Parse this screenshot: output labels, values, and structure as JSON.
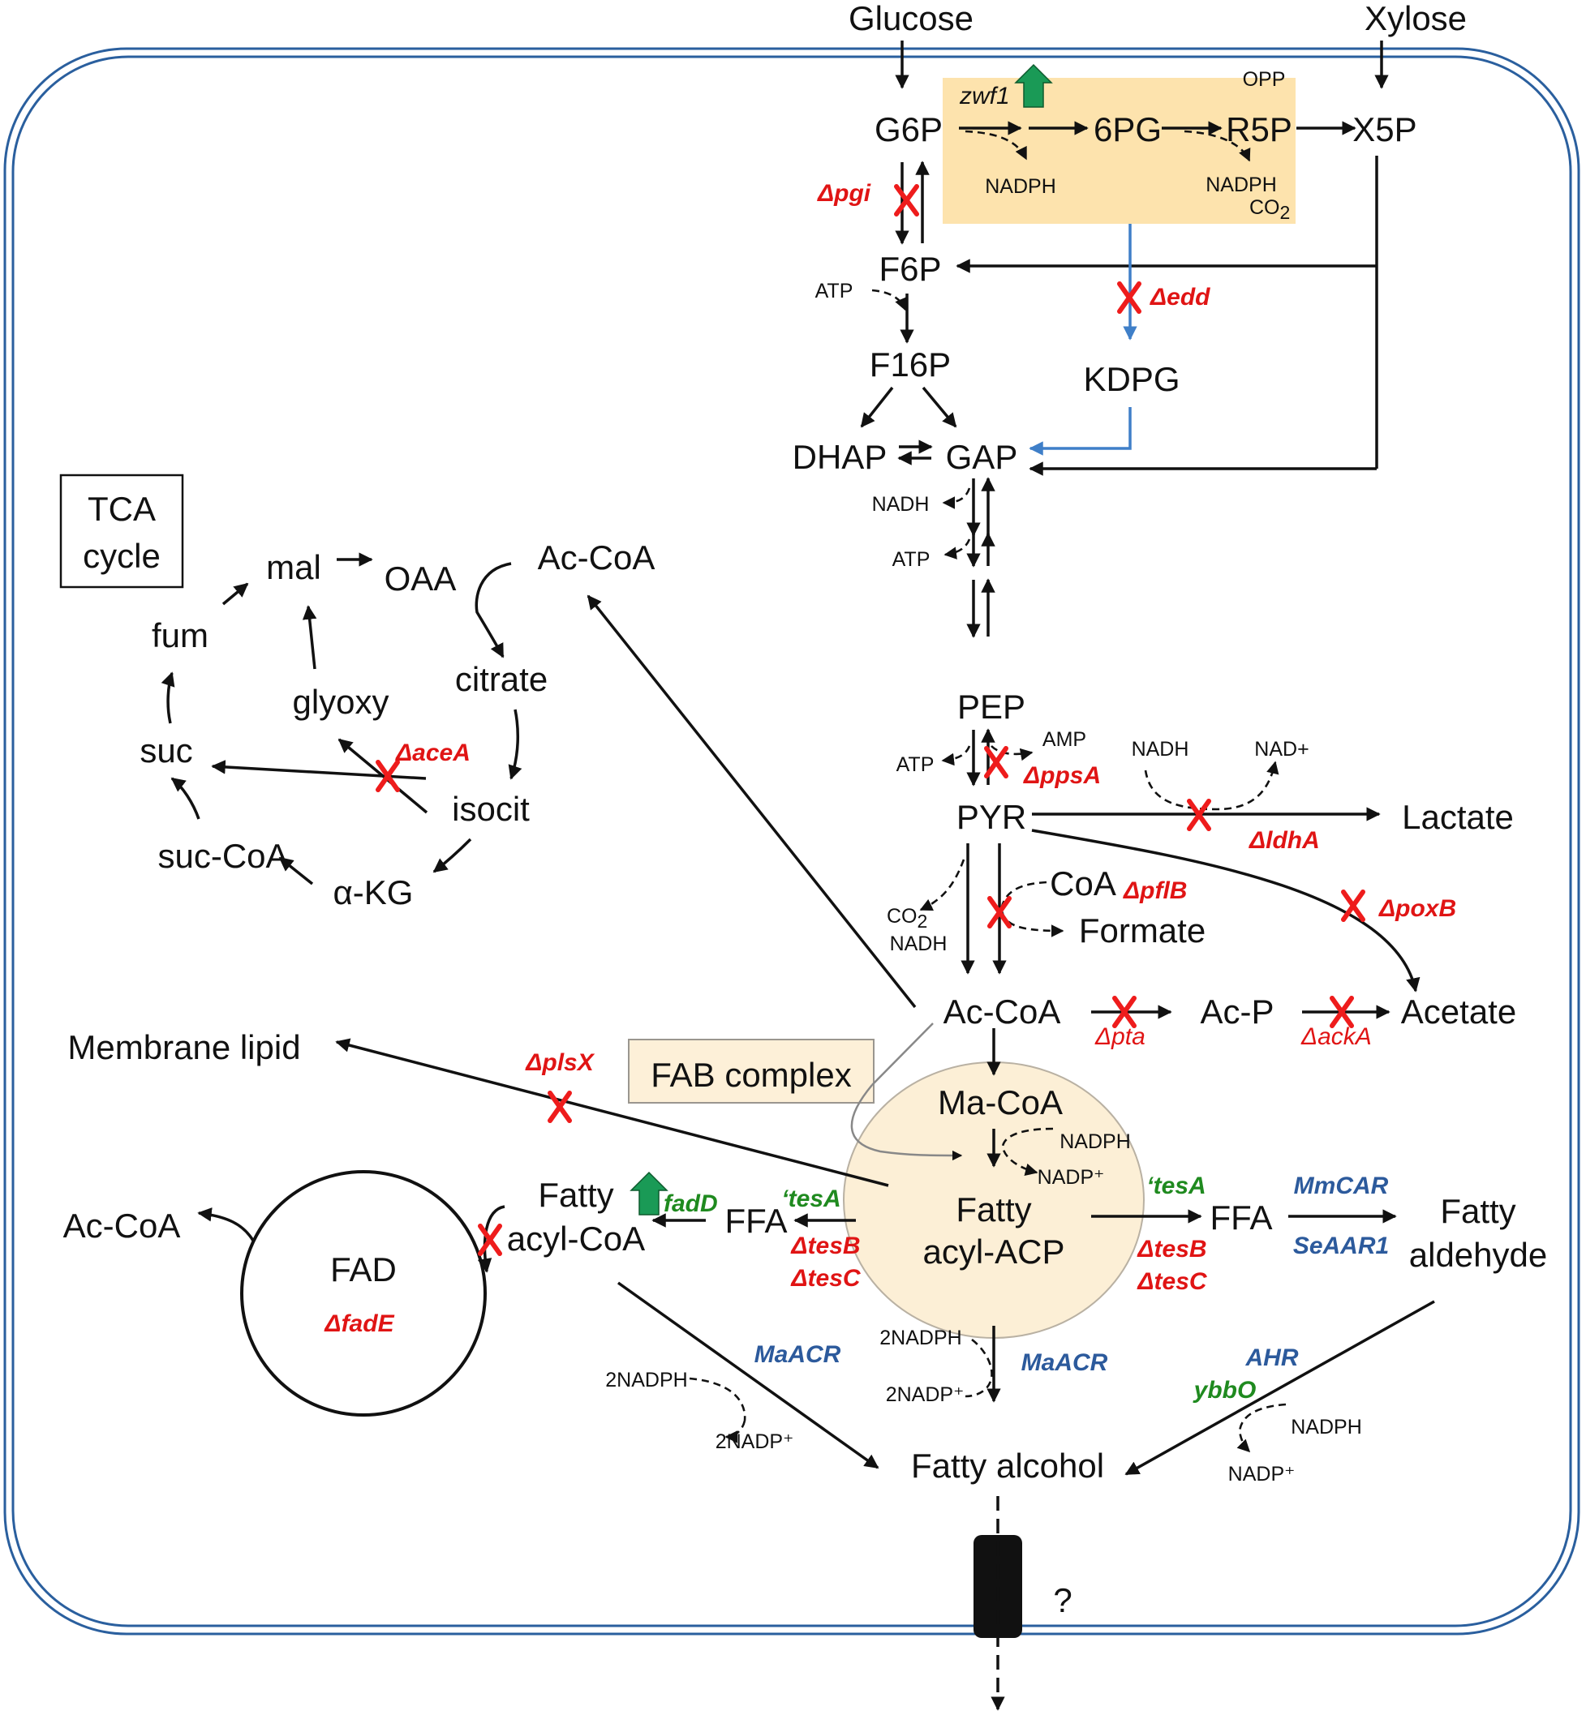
{
  "inputs": {
    "glucose": "Glucose",
    "xylose": "Xylose"
  },
  "ppp": {
    "g6p": "G6P",
    "pg6": "6PG",
    "r5p": "R5P",
    "x5p": "X5P",
    "opp": "OPP",
    "zwf1": "zwf1",
    "nadph1": "NADPH",
    "nadph2": "NADPH",
    "co2": "CO",
    "co2_sub": "2",
    "box_color": "#fde3ad"
  },
  "glycolysis": {
    "f6p": "F6P",
    "f16p": "F16P",
    "kdpg": "KDPG",
    "dhap": "DHAP",
    "gap": "GAP",
    "atp_f6p": "ATP",
    "nadh": "NADH",
    "atp1": "ATP",
    "pep": "PEP",
    "amp": "AMP",
    "atp_pep": "ATP",
    "pyr": "PYR"
  },
  "knockouts": {
    "pgi": "Δpgi",
    "edd": "Δedd",
    "ppsA": "ΔppsA",
    "aceA": "ΔaceA",
    "ldhA": "ΔldhA",
    "pflB": "ΔpflB",
    "poxB": "ΔpoxB",
    "pta": "Δpta",
    "ackA": "ΔackA",
    "plsX": "ΔplsX",
    "tesB1": "ΔtesB",
    "tesC1": "ΔtesC",
    "tesB2": "ΔtesB",
    "tesC2": "ΔtesC",
    "fadE": "ΔfadE"
  },
  "fermentation": {
    "nadh": "NADH",
    "nad": "NAD+",
    "lactate": "Lactate",
    "coa": "CoA",
    "formate": "Formate",
    "co2": "CO",
    "co2_sub": "2",
    "nadh2": "NADH",
    "acp": "Ac-P",
    "acetate": "Acetate"
  },
  "tca": {
    "title_line1": "TCA",
    "title_line2": "cycle",
    "mal": "mal",
    "oaa": "OAA",
    "accoa": "Ac-CoA",
    "citrate": "citrate",
    "fum": "fum",
    "glyoxy": "glyoxy",
    "suc": "suc",
    "isocit": "isocit",
    "succoa": "suc-CoA",
    "akg": "α-KG"
  },
  "fab": {
    "accoa": "Ac-CoA",
    "complex_label": "FAB complex",
    "macoa": "Ma-CoA",
    "nadph": "NADPH",
    "nadp": "NADP⁺",
    "fatty_acp_line1": "Fatty",
    "fatty_acp_line2": "acyl-ACP",
    "circle_color": "#fcefd6",
    "label_box_color": "#fdf0d8"
  },
  "lipid": {
    "membrane": "Membrane lipid",
    "fatty_acylcoa_line1": "Fatty",
    "fatty_acylcoa_line2": "acyl-CoA",
    "ffa_left": "FFA",
    "ffa_right": "FFA",
    "fadD": "fadD",
    "tesA1": "‘tesA",
    "tesA2": "‘tesA",
    "fad": "FAD",
    "accoa": "Ac-CoA",
    "mmcar": "MmCAR",
    "seaar1": "SeAAR1",
    "aldehyde_line1": "Fatty",
    "aldehyde_line2": "aldehyde"
  },
  "alcohol": {
    "maacr1": "MaACR",
    "maacr2": "MaACR",
    "ahr": "AHR",
    "ybbO": "ybbO",
    "nadph_a": "2NADPH",
    "nadp_a": "2NADP⁺",
    "nadph_b": "2NADPH",
    "nadp_b": "2NADP⁺",
    "nadph_c": "NADPH",
    "nadp_c": "NADP⁺",
    "product": "Fatty alcohol",
    "transporter": "?"
  },
  "colors": {
    "knockout": "#e01414",
    "overexpress": "#1f8a1f",
    "heterologous": "#2c5a9c",
    "membrane": "#2a5f9e",
    "up_arrow": "#1a9a56"
  }
}
